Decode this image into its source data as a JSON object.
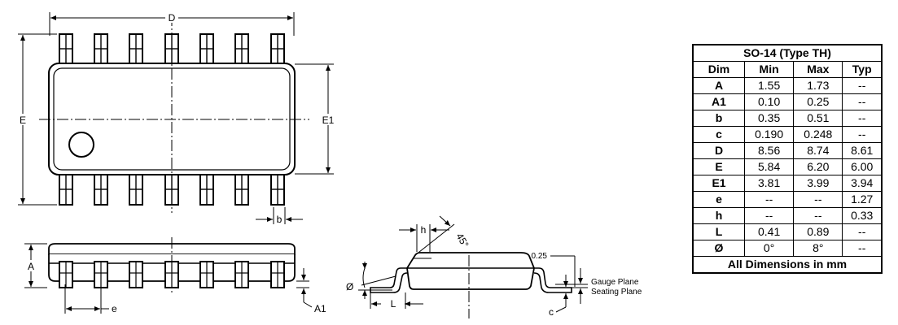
{
  "table": {
    "title": "SO-14 (Type TH)",
    "headers": [
      "Dim",
      "Min",
      "Max",
      "Typ"
    ],
    "rows": [
      [
        "A",
        "1.55",
        "1.73",
        "--"
      ],
      [
        "A1",
        "0.10",
        "0.25",
        "--"
      ],
      [
        "b",
        "0.35",
        "0.51",
        "--"
      ],
      [
        "c",
        "0.190",
        "0.248",
        "--"
      ],
      [
        "D",
        "8.56",
        "8.74",
        "8.61"
      ],
      [
        "E",
        "5.84",
        "6.20",
        "6.00"
      ],
      [
        "E1",
        "3.81",
        "3.99",
        "3.94"
      ],
      [
        "e",
        "--",
        "--",
        "1.27"
      ],
      [
        "h",
        "--",
        "--",
        "0.33"
      ],
      [
        "L",
        "0.41",
        "0.89",
        "--"
      ],
      [
        "Ø",
        "0°",
        "8°",
        "--"
      ]
    ],
    "footer": "All Dimensions in mm"
  },
  "labels": {
    "D": "D",
    "E": "E",
    "E1": "E1",
    "b": "b",
    "A": "A",
    "A1": "A1",
    "e": "e",
    "h": "h",
    "angle45": "45°",
    "dim025": "0.25",
    "gauge_plane": "Gauge Plane",
    "seating_plane": "Seating Plane",
    "phi": "Ø",
    "L": "L",
    "c": "c"
  }
}
